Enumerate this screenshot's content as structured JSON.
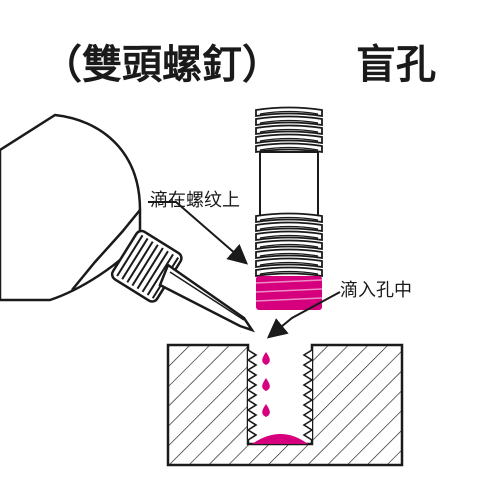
{
  "title": "（雙頭螺釘）",
  "subtitle": "盲孔",
  "labels": {
    "apply_on_thread": "滴在螺纹上",
    "drip_into_hole": "滴入孔中"
  },
  "colors": {
    "adhesive": "#d6007e",
    "line": "#1a1a1a",
    "background": "#ffffff"
  },
  "thread_count": 10,
  "droplet_count": 3
}
